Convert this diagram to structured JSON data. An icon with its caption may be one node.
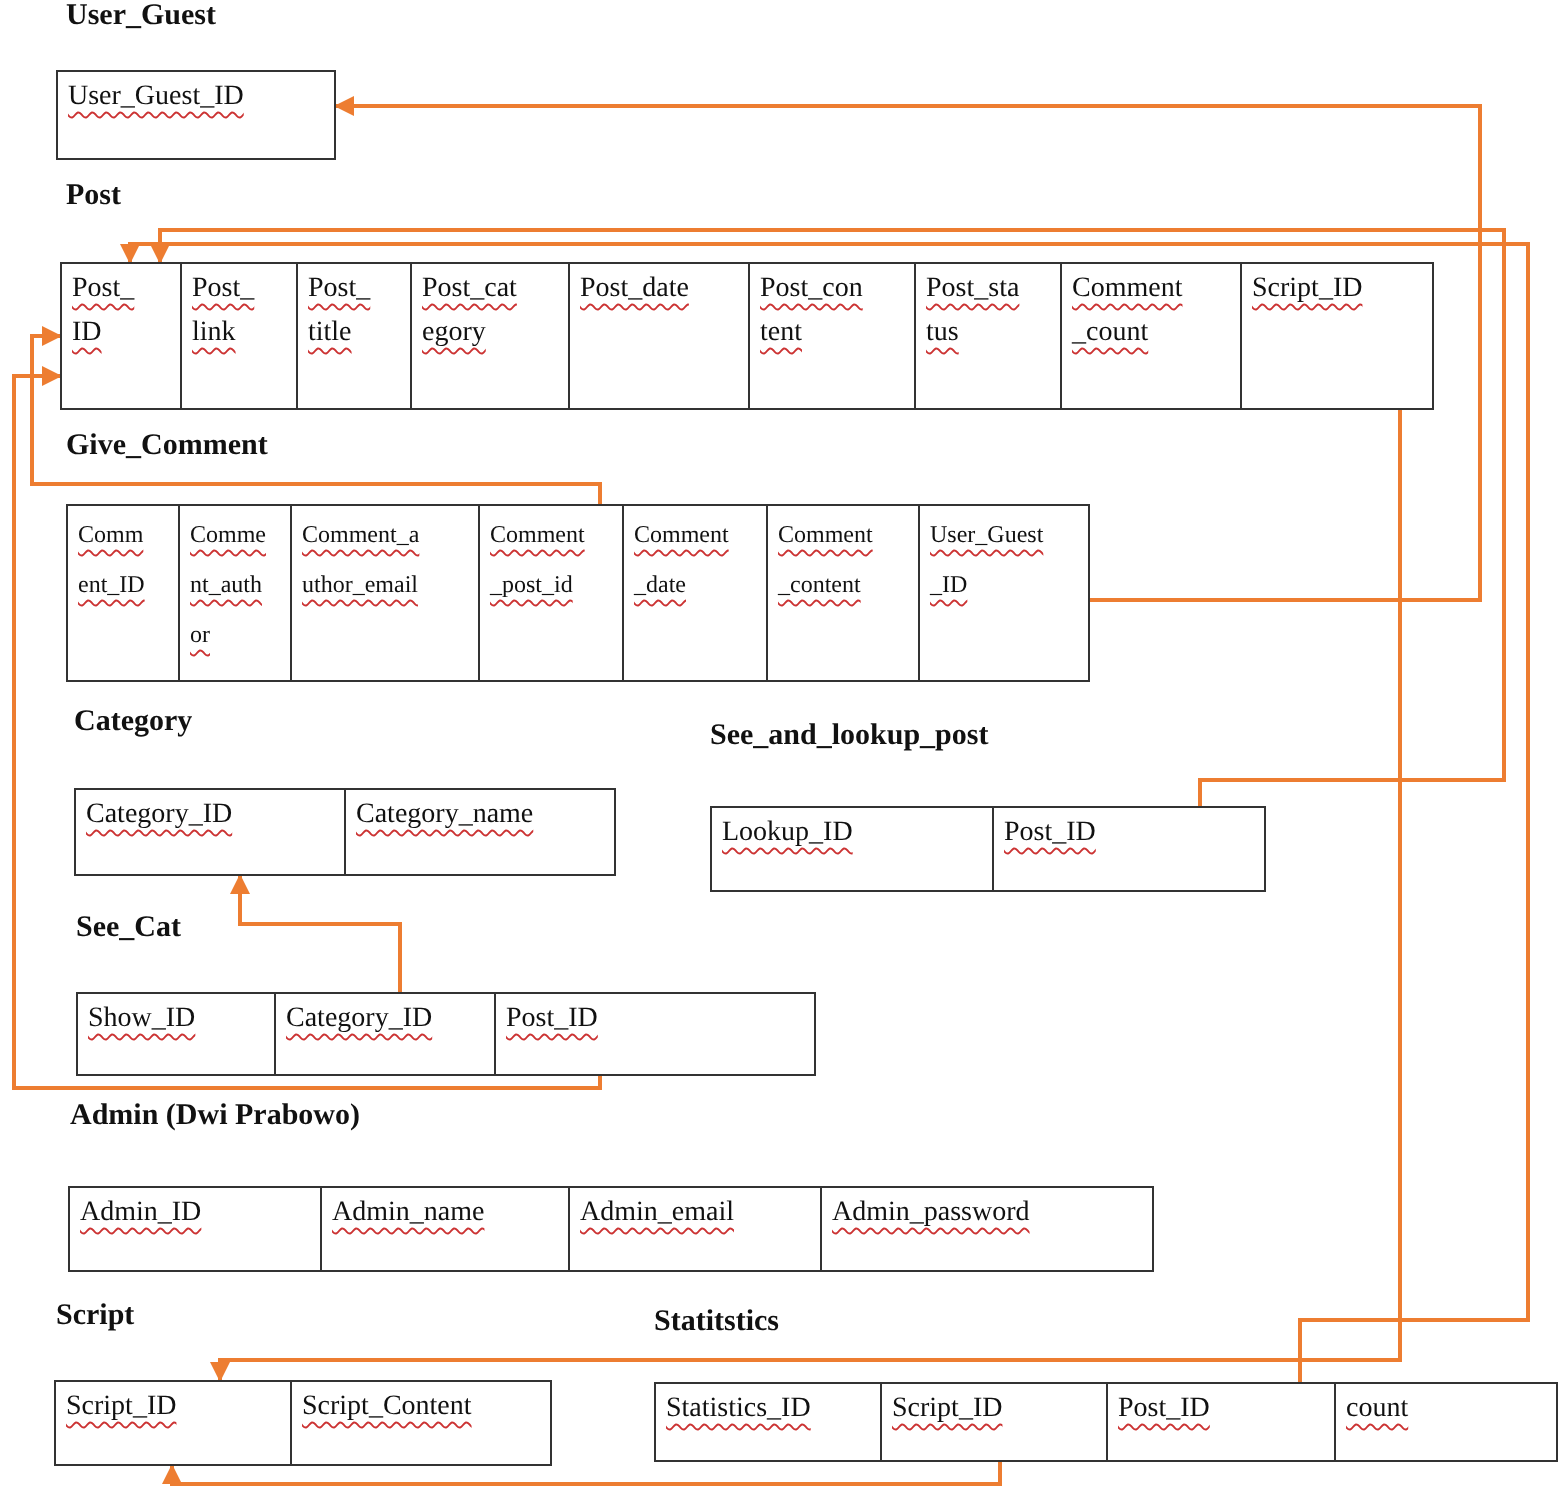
{
  "diagram": {
    "nodes": [
      {
        "text": [
          "User_Guest"
        ]
      },
      {
        "text": [
          "User_Guest_ID"
        ],
        "in": 0
      },
      {
        "text": [
          "Post"
        ]
      },
      {
        "text": [
          "Post_ ID"
        ],
        "in": 2
      },
      {
        "text": [
          "Post_ link"
        ],
        "in": 2
      },
      {
        "text": [
          "Post_ title"
        ],
        "in": 2
      },
      {
        "text": [
          "Post_cat egory"
        ],
        "in": 2
      },
      {
        "text": [
          "Post_date"
        ],
        "in": 2
      },
      {
        "text": [
          "Post_con tent"
        ],
        "in": 2
      },
      {
        "text": [
          "Post_sta tus"
        ],
        "in": 2
      },
      {
        "text": [
          "Comment _count"
        ],
        "in": 2
      },
      {
        "text": [
          "Script_ID"
        ],
        "in": 2
      },
      {
        "text": [
          "Give_Comment"
        ]
      },
      {
        "text": [
          "Comm ent_ID"
        ],
        "in": 12
      },
      {
        "text": [
          "Comme nt_auth or"
        ],
        "in": 12
      },
      {
        "text": [
          "Comment_a uthor_email"
        ],
        "in": 12
      },
      {
        "text": [
          "Comment _post_id"
        ],
        "in": 12
      },
      {
        "text": [
          "Comment _date"
        ],
        "in": 12
      },
      {
        "text": [
          "Comment _content"
        ],
        "in": 12
      },
      {
        "text": [
          "User_Guest _ID"
        ],
        "in": 12
      },
      {
        "text": [
          "Category"
        ]
      },
      {
        "text": [
          "Category_ID"
        ],
        "in": 20
      },
      {
        "text": [
          "Category_name"
        ],
        "in": 20
      },
      {
        "text": [
          "See_and_lookup_post"
        ]
      },
      {
        "text": [
          "Lookup_ID"
        ],
        "in": 23
      },
      {
        "text": [
          "Post_ID"
        ],
        "in": 23
      },
      {
        "text": [
          "See_Cat"
        ]
      },
      {
        "text": [
          "Show_ID"
        ],
        "in": 26
      },
      {
        "text": [
          "Category_ID"
        ],
        "in": 26
      },
      {
        "text": [
          "Post_ID"
        ],
        "in": 26
      },
      {
        "text": [
          "Admin (Dwi Prabowo)"
        ]
      },
      {
        "text": [
          "Admin_ID"
        ],
        "in": 30
      },
      {
        "text": [
          "Admin_name"
        ],
        "in": 30
      },
      {
        "text": [
          "Admin_email"
        ],
        "in": 30
      },
      {
        "text": [
          "Admin_password"
        ],
        "in": 30
      },
      {
        "text": [
          "Script"
        ]
      },
      {
        "text": [
          "Script_ID"
        ],
        "in": 35
      },
      {
        "text": [
          "Script_Content"
        ],
        "in": 35
      },
      {
        "text": [
          "Statitstics"
        ]
      },
      {
        "text": [
          "Statistics_ID"
        ],
        "in": 38
      },
      {
        "text": [
          "Script_ID"
        ],
        "in": 38
      },
      {
        "text": [
          "Post_ID"
        ],
        "in": 38
      },
      {
        "text": [
          "count"
        ],
        "in": 38
      }
    ],
    "edges": [
      {
        "from": 19,
        "to": 1,
        "arrow": "to"
      },
      {
        "from": 25,
        "to": 3,
        "arrow": "to"
      },
      {
        "from": 41,
        "to": 3,
        "arrow": "to"
      },
      {
        "from": 16,
        "to": 3,
        "arrow": "to"
      },
      {
        "from": 29,
        "to": 3,
        "arrow": "to"
      },
      {
        "from": 28,
        "to": 21,
        "arrow": "to"
      },
      {
        "from": 11,
        "to": 36,
        "arrow": "to"
      },
      {
        "from": 40,
        "to": 36,
        "arrow": "to"
      }
    ]
  }
}
